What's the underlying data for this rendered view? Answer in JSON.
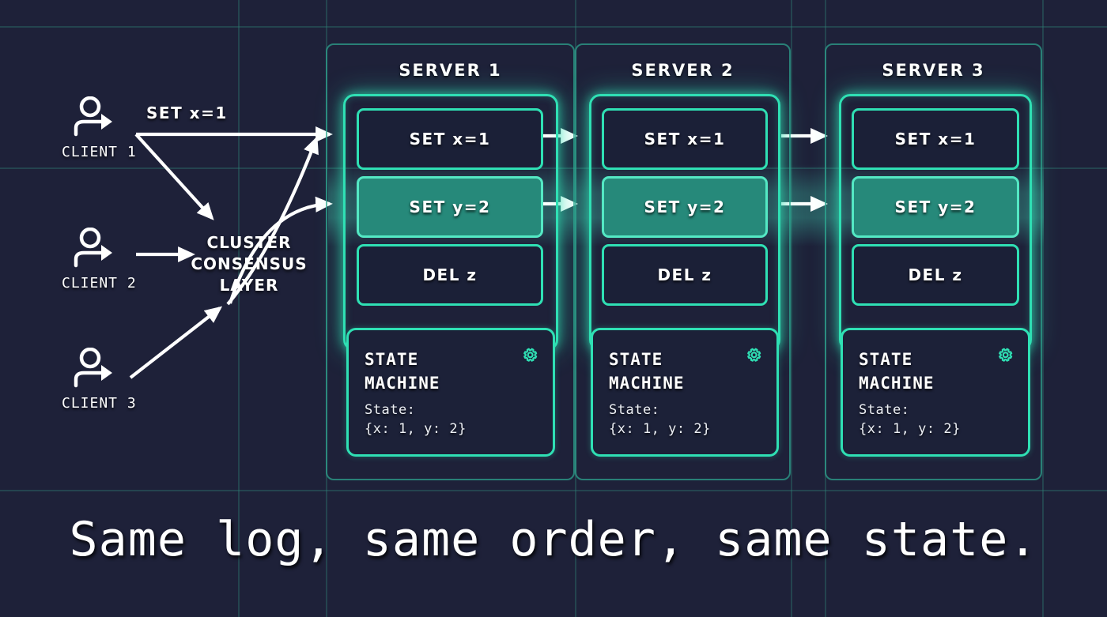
{
  "theme": {
    "background": "#1e2139",
    "accent": "#2fe0b4",
    "accent_dim": "#2da08c",
    "committed_fill": "#26897a",
    "text": "#ffffff"
  },
  "clients": [
    {
      "label": "CLIENT 1",
      "icon": "person-arrow-icon"
    },
    {
      "label": "CLIENT 2",
      "icon": "person-arrow-icon"
    },
    {
      "label": "CLIENT 3",
      "icon": "person-arrow-icon"
    }
  ],
  "operation_label": "SET x=1",
  "consensus": {
    "label": "CLUSTER\nCONSENSUS\nLAYER"
  },
  "servers": [
    {
      "title": "SERVER 1",
      "log": [
        {
          "text": "SET x=1",
          "committed": false
        },
        {
          "text": "SET y=2",
          "committed": true
        },
        {
          "text": "DEL z",
          "committed": false
        }
      ],
      "state_machine": {
        "title": "STATE\nMACHINE",
        "icon": "gear-icon",
        "state_label": "State:",
        "state_value": "{x: 1, y: 2}"
      }
    },
    {
      "title": "SERVER 2",
      "log": [
        {
          "text": "SET x=1",
          "committed": false
        },
        {
          "text": "SET y=2",
          "committed": true
        },
        {
          "text": "DEL z",
          "committed": false
        }
      ],
      "state_machine": {
        "title": "STATE\nMACHINE",
        "icon": "gear-icon",
        "state_label": "State:",
        "state_value": "{x: 1, y: 2}"
      }
    },
    {
      "title": "SERVER 3",
      "log": [
        {
          "text": "SET x=1",
          "committed": false
        },
        {
          "text": "SET y=2",
          "committed": true
        },
        {
          "text": "DEL z",
          "committed": false
        }
      ],
      "state_machine": {
        "title": "STATE\nMACHINE",
        "icon": "gear-icon",
        "state_label": "State:",
        "state_value": "{x: 1, y: 2}"
      }
    }
  ],
  "caption": "Same log, same order, same state."
}
